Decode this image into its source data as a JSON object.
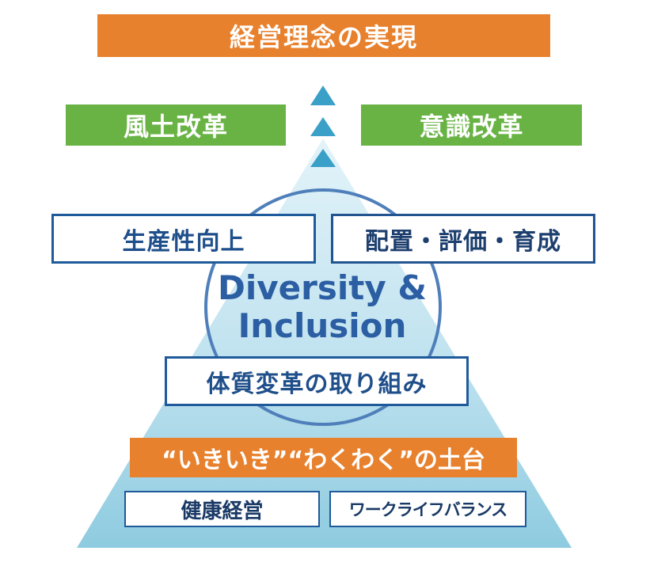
{
  "goal": "経営理念の実現",
  "side_goals": [
    "風土改革",
    "意識改革"
  ],
  "top_boxes": [
    "生産性向上",
    "配置・評価・育成"
  ],
  "center_title_line1": "Diversity &",
  "center_title_line2": "Inclusion",
  "core_box": "体質変革の取り組み",
  "foundation": "“いきいき”“わくわく”の土台",
  "base_boxes": [
    "健康経営",
    "ワークライフバランス"
  ],
  "colors": {
    "orange": "#e8812d",
    "green": "#69b345",
    "navy": "#1f5a9a",
    "triangle_top": "#d4ecf5",
    "triangle_bottom": "#8ccbe0",
    "arrow": "#3aa0c8"
  }
}
